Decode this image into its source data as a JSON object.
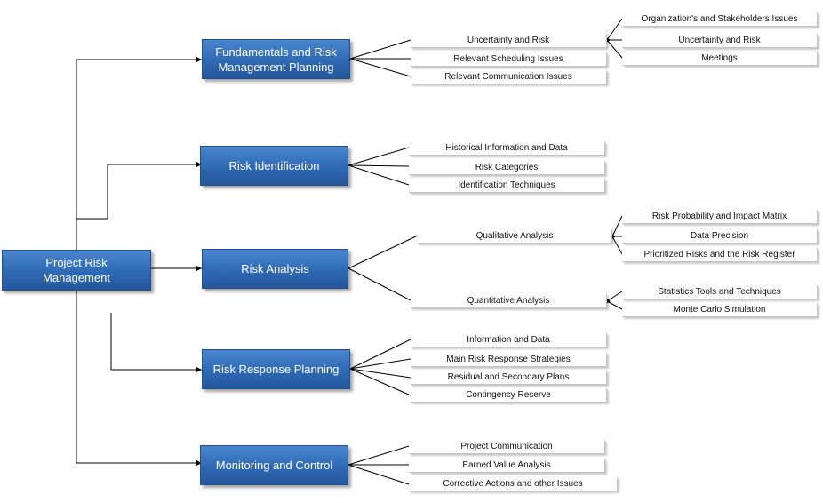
{
  "root": {
    "label": "Project Risk Management"
  },
  "branches": [
    {
      "label": "Fundamentals and Risk Management Planning",
      "items": [
        {
          "label": "Uncertainty and Risk",
          "subitems": [
            "Organization's and Stakeholders Issues",
            "Uncertainty and Risk",
            "Meetings"
          ]
        },
        {
          "label": "Relevant Scheduling Issues"
        },
        {
          "label": "Relevant Communication Issues"
        }
      ]
    },
    {
      "label": "Risk Identification",
      "items": [
        {
          "label": "Historical Information and Data"
        },
        {
          "label": "Risk Categories"
        },
        {
          "label": "Identification Techniques"
        }
      ]
    },
    {
      "label": "Risk Analysis",
      "items": [
        {
          "label": "Qualitative Analysis",
          "subitems": [
            "Risk Probability and Impact Matrix",
            "Data Precision",
            "Prioritized Risks and the Risk Register"
          ]
        },
        {
          "label": "Quantitative Analysis",
          "subitems": [
            "Statistics Tools and Techniques",
            "Monte Carlo Simulation"
          ]
        }
      ]
    },
    {
      "label": "Risk Response Planning",
      "items": [
        {
          "label": "Information and Data"
        },
        {
          "label": "Main Risk Response Strategies"
        },
        {
          "label": "Residual and Secondary Plans"
        },
        {
          "label": "Contingency Reserve"
        }
      ]
    },
    {
      "label": "Monitoring and Control",
      "items": [
        {
          "label": "Project Communication"
        },
        {
          "label": "Earned Value Analysis"
        },
        {
          "label": "Corrective Actions and other Issues"
        }
      ]
    }
  ]
}
